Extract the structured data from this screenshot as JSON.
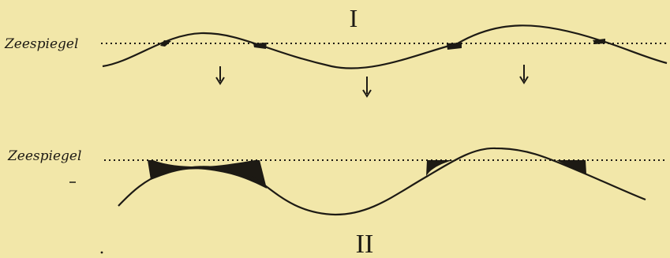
{
  "diagram": {
    "stage_1_numeral": "I",
    "stage_2_numeral": "II",
    "sea_level_label_1": "Zeespiegel",
    "sea_level_label_2": "Zeespiegel"
  },
  "colors": {
    "background": "#f2e7a9",
    "ink": "#1d1a14"
  },
  "icons": {
    "arrow": "down-arrow-icon"
  }
}
